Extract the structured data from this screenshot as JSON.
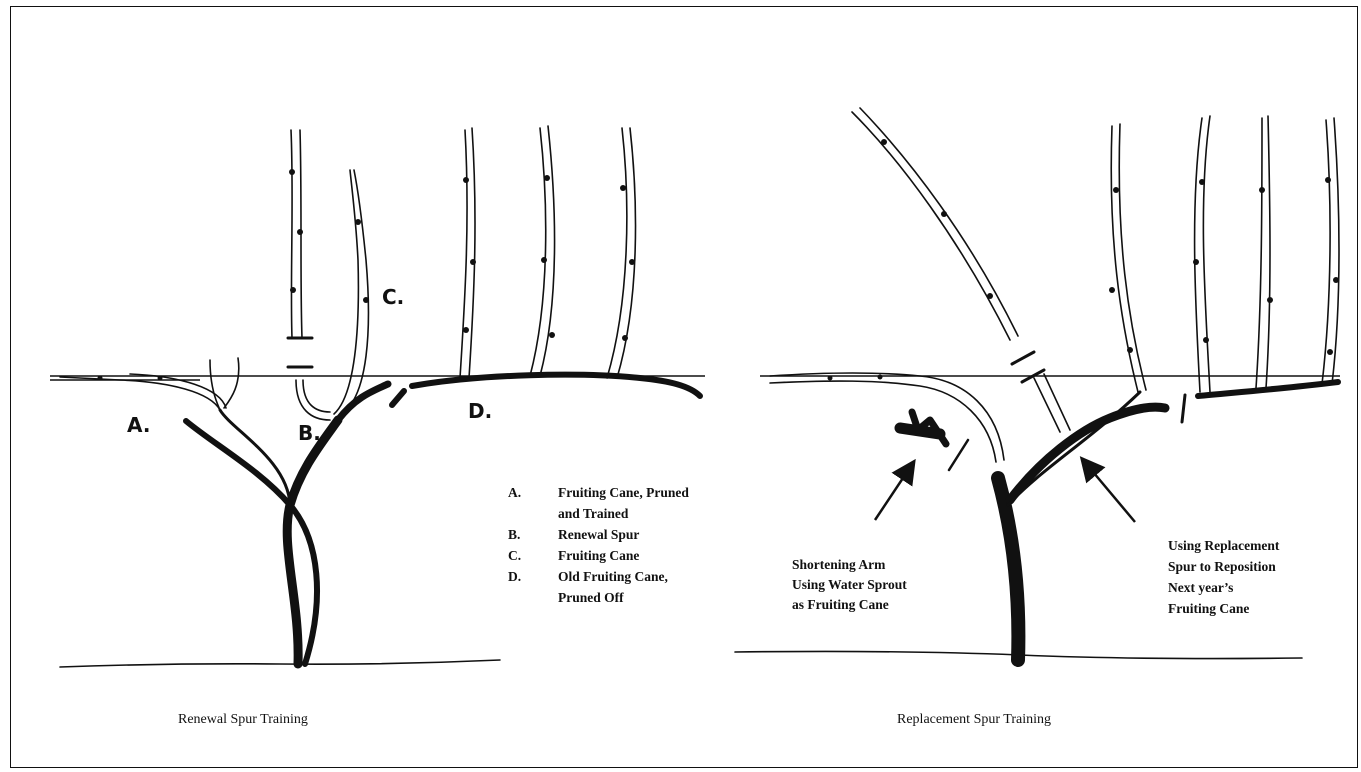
{
  "left_panel": {
    "caption": "Renewal Spur Training",
    "letters": {
      "a": "A.",
      "b": "B.",
      "c": "C.",
      "d": "D."
    },
    "legend": [
      {
        "key": "A.",
        "lines": [
          "Fruiting Cane, Pruned",
          "and Trained"
        ]
      },
      {
        "key": "B.",
        "lines": [
          "Renewal Spur"
        ]
      },
      {
        "key": "C.",
        "lines": [
          "Fruiting Cane"
        ]
      },
      {
        "key": "D.",
        "lines": [
          "Old Fruiting Cane,",
          "Pruned Off"
        ]
      }
    ]
  },
  "right_panel": {
    "caption": "Replacement Spur Training",
    "note_left": [
      "Shortening Arm",
      "Using Water Sprout",
      "as Fruiting Cane"
    ],
    "note_right": [
      "Using Replacement",
      "Spur to Reposition",
      "Next year’s",
      "Fruiting Cane"
    ]
  }
}
